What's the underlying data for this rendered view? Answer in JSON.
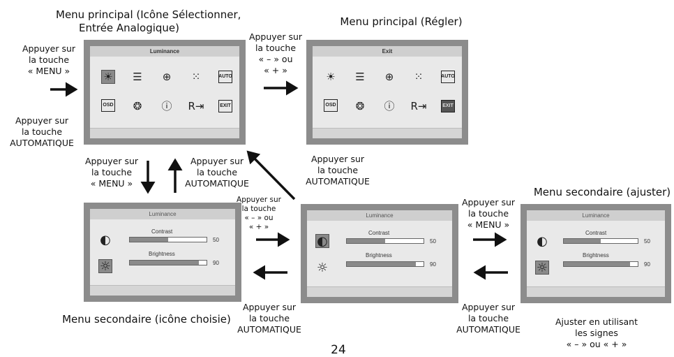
{
  "captions": {
    "main_select_line1": "Menu principal (Icône Sélectionner,",
    "main_select_line2": "Entrée Analogique)",
    "main_adjust": "Menu principal (Régler)",
    "sub_chosen": "Menu secondaire (icône choisie)",
    "sub_adjust": "Menu secondaire (ajuster)"
  },
  "labels": {
    "press_menu_left": [
      "Appuyer sur",
      "la touche",
      "« MENU »"
    ],
    "press_minus_plus_top": [
      "Appuyer sur",
      "la touche",
      "« – » ou",
      "« + »"
    ],
    "press_auto_left": [
      "Appuyer sur",
      "la touche",
      "AUTOMATIQUE"
    ],
    "press_menu_down": [
      "Appuyer sur",
      "la touche",
      "« MENU »"
    ],
    "press_auto_up": [
      "Appuyer sur",
      "la touche",
      "AUTOMATIQUE"
    ],
    "press_auto_diag": [
      "Appuyer sur",
      "la touche",
      "AUTOMATIQUE"
    ],
    "press_minus_plus_mid": [
      "Appuyer sur",
      "la touche",
      "« – » ou",
      "« + »"
    ],
    "press_auto_mid": [
      "Appuyer sur",
      "la touche",
      "AUTOMATIQUE"
    ],
    "press_menu_right": [
      "Appuyer sur",
      "la touche",
      "« MENU »"
    ],
    "press_auto_right": [
      "Appuyer sur",
      "la touche",
      "AUTOMATIQUE"
    ],
    "adjust_note": [
      "Ajuster en utilisant",
      "les signes",
      "« – » ou « + »"
    ]
  },
  "screens": {
    "main_select": {
      "title": "Luminance"
    },
    "main_adjust": {
      "title": "Exit"
    },
    "sub_chosen": {
      "title": "Luminance",
      "contrast_label": "Contrast",
      "contrast_value": "50",
      "brightness_label": "Brightness",
      "brightness_value": "90"
    },
    "sub_mid": {
      "title": "Luminance",
      "contrast_label": "Contrast",
      "contrast_value": "50",
      "brightness_label": "Brightness",
      "brightness_value": "90"
    },
    "sub_adjust": {
      "title": "Luminance",
      "contrast_label": "Contrast",
      "contrast_value": "50",
      "brightness_label": "Brightness",
      "brightness_value": "90"
    }
  },
  "icon_texts": {
    "osd": "OSD",
    "auto": "AUTO",
    "exit": "EXIT"
  },
  "page_number": "24"
}
